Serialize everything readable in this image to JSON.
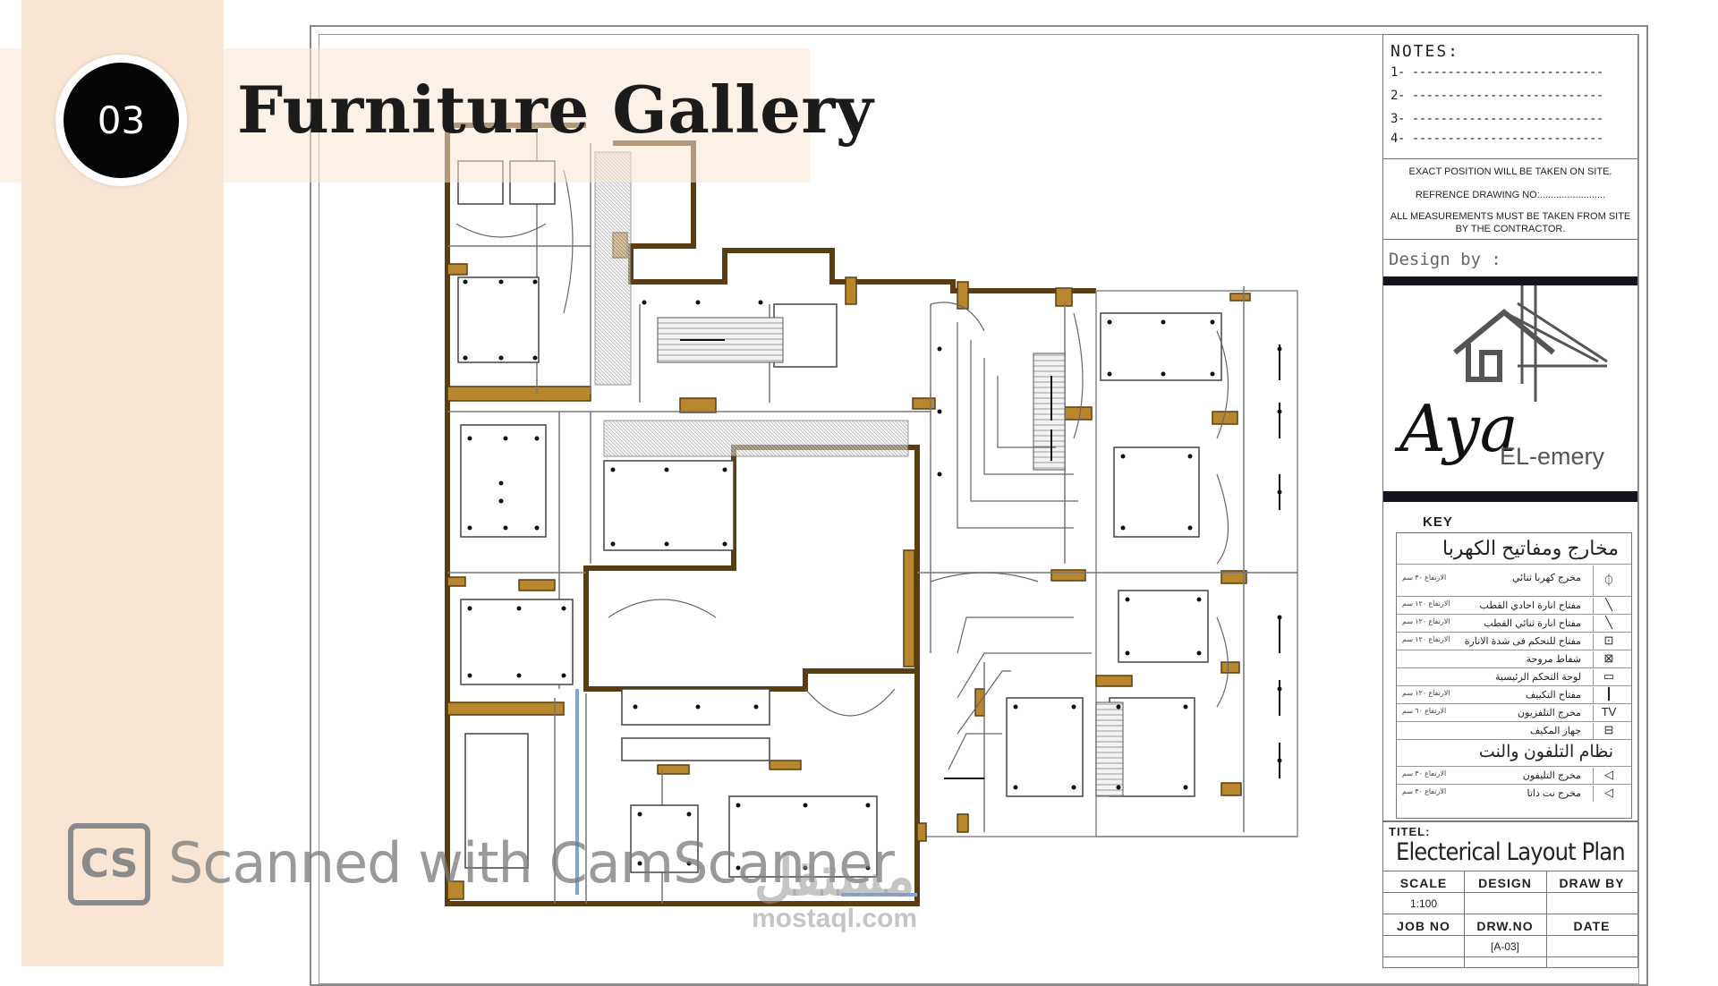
{
  "slide": {
    "number": "03",
    "title": "Furniture Gallery"
  },
  "title_block": {
    "notes_heading": "NOTES:",
    "notes": [
      "1- ---------------------------",
      "2- ---------------------------",
      "3- ---------------------------",
      "4- ---------------------------"
    ],
    "remarks": [
      "EXACT POSITION WILL BE TAKEN ON SITE.",
      "REFRENCE DRAWING NO:........................",
      "ALL MEASUREMENTS MUST BE TAKEN FROM SITE BY THE CONTRACTOR."
    ],
    "design_by": "Design by :",
    "logo_script": "Aya",
    "logo_text": "EL-emery",
    "key_heading": "KEY",
    "key_title_electrical": "مخارج ومفاتيح الكهربا",
    "key_rows": [
      {
        "label": "مخرج كهربا ثنائي",
        "note": "الارتفاع ٣٠ سم",
        "symbol": "⏀"
      },
      {
        "label": "مفتاح انارة احادي القطب",
        "note": "الارتفاع ١٢٠ سم",
        "symbol": "╲"
      },
      {
        "label": "مفتاح انارة ثنائي القطب",
        "note": "الارتفاع ١٢٠ سم",
        "symbol": "╲"
      },
      {
        "label": "مفتاح للتحكم فى شدة الانارة",
        "note": "الارتفاع ١٢٠ سم",
        "symbol": "⊡"
      },
      {
        "label": "شفاط مروحة",
        "note": "",
        "symbol": "⊠"
      },
      {
        "label": "لوحة التحكم الرئيسية",
        "note": "",
        "symbol": "▭"
      },
      {
        "label": "مفتاح التكييف",
        "note": "الارتفاع ١٢٠ سم",
        "symbol": "┃"
      },
      {
        "label": "مخرج التلفزيون",
        "note": "الارتفاع ٦٠ سم",
        "symbol": "TV"
      },
      {
        "label": "جهاز المكيف",
        "note": "",
        "symbol": "⊟"
      }
    ],
    "key_title_phone": "نظام التلفون والنت",
    "key_rows_phone": [
      {
        "label": "مخرج التليفون",
        "note": "الارتفاع ٣٠ سم",
        "symbol": "◁"
      },
      {
        "label": "مخرج نت داتا",
        "note": "الارتفاع ٣٠ سم",
        "symbol": "◁"
      }
    ],
    "titel_heading": "TITEL:",
    "titel_value": "Electerical Layout Plan",
    "grid_headers_1": [
      "SCALE",
      "DESIGN",
      "DRAW BY"
    ],
    "scale_value": "1:100",
    "grid_headers_2": [
      "JOB NO",
      "DRW.NO",
      "DATE"
    ],
    "drw_no_value": "[A-03]"
  },
  "watermarks": {
    "camscanner_logo": "CS",
    "camscanner_text": "Scanned with CamScanner",
    "mostaql_ar": "مستقل",
    "mostaql_en": "mostaql.com"
  },
  "colors": {
    "accent_band": "#f8e5d4",
    "wall_fill": "#b8872d",
    "wall_dark": "#5a3d12",
    "badge": "#050505"
  }
}
